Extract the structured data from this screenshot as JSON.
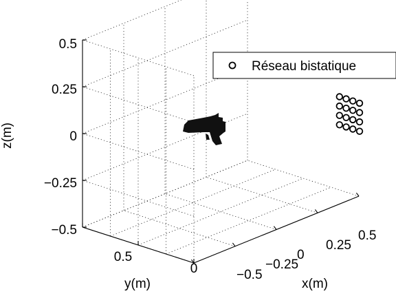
{
  "chart_data": {
    "type": "scatter",
    "title": "",
    "xlabel": "x(m)",
    "ylabel": "y(m)",
    "zlabel": "z(m)",
    "xlim": [
      -0.5,
      0.5
    ],
    "ylim": [
      0,
      1
    ],
    "zlim": [
      -0.5,
      0.5
    ],
    "x_ticks": [
      "−0.5",
      "−0.25",
      "0",
      "0.25",
      "0.5"
    ],
    "y_ticks": [
      "0.5",
      "0"
    ],
    "z_ticks": [
      "0.5",
      "0.25",
      "0",
      "−0.25",
      "−0.5"
    ],
    "grid": true,
    "legend_position": "top-right",
    "series": [
      {
        "name": "Réseau bistatique",
        "marker": "circle",
        "color": "#000000",
        "points": [
          [
            0.45,
            0.1,
            0.03
          ],
          [
            0.45,
            0.04,
            0.03
          ],
          [
            0.45,
            -0.02,
            0.03
          ],
          [
            0.45,
            -0.08,
            0.03
          ],
          [
            0.45,
            0.1,
            -0.02
          ],
          [
            0.45,
            0.04,
            -0.02
          ],
          [
            0.45,
            -0.02,
            -0.02
          ],
          [
            0.45,
            -0.08,
            -0.02
          ],
          [
            0.45,
            0.1,
            -0.07
          ],
          [
            0.45,
            0.04,
            -0.07
          ],
          [
            0.45,
            -0.02,
            -0.07
          ],
          [
            0.45,
            -0.08,
            -0.07
          ],
          [
            0.45,
            0.1,
            -0.12
          ],
          [
            0.45,
            0.04,
            -0.12
          ],
          [
            0.45,
            -0.02,
            -0.12
          ],
          [
            0.45,
            -0.08,
            -0.12
          ]
        ]
      }
    ]
  }
}
